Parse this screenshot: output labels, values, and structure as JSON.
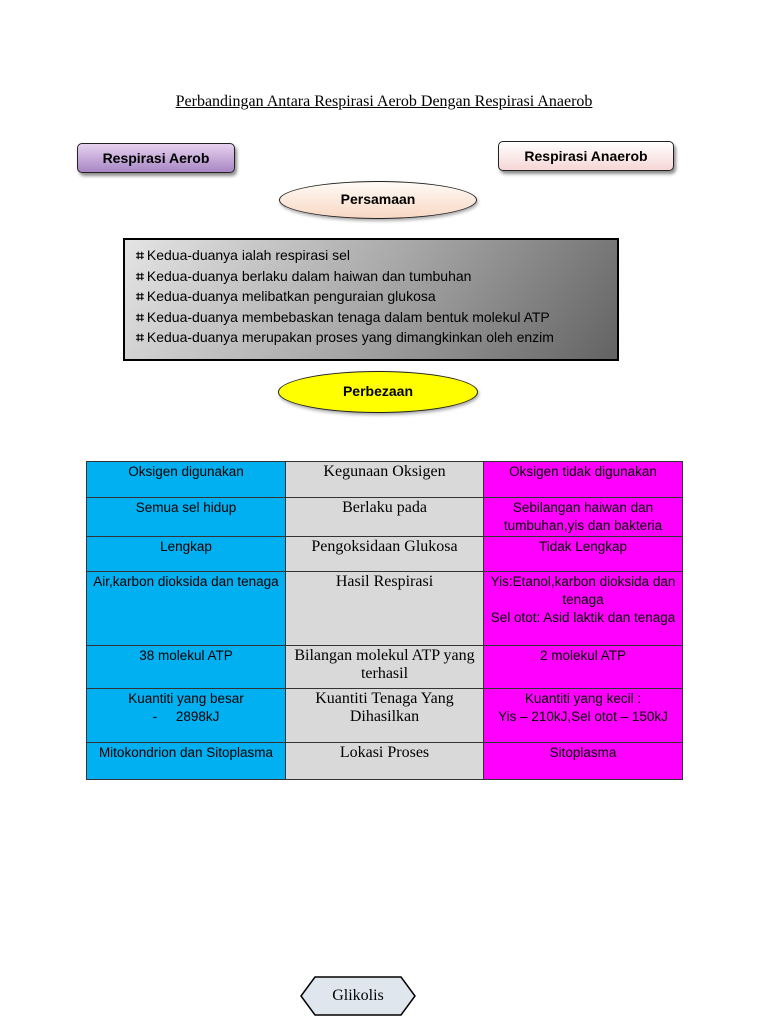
{
  "title": "Perbandingan Antara Respirasi Aerob Dengan Respirasi Anaerob",
  "labels": {
    "aerob": "Respirasi Aerob",
    "anaerob": "Respirasi Anaerob",
    "persamaan": "Persamaan",
    "perbezaan": "Perbezaan"
  },
  "bullet_glyph": "⌗",
  "persamaan_items": [
    "Kedua-duanya ialah respirasi sel",
    "Kedua-duanya berlaku dalam haiwan dan tumbuhan",
    "Kedua-duanya melibatkan penguraian glukosa",
    "Kedua-duanya membebaskan tenaga dalam bentuk molekul ATP",
    "Kedua-duanya merupakan proses yang dimangkinkan oleh enzim"
  ],
  "table_rows": [
    {
      "aerob": [
        "Oksigen digunakan"
      ],
      "aspect": [
        "Kegunaan Oksigen"
      ],
      "anaerob": [
        "Oksigen tidak digunakan"
      ]
    },
    {
      "aerob": [
        "Semua sel hidup"
      ],
      "aspect": [
        "Berlaku pada"
      ],
      "anaerob": [
        "Sebilangan haiwan dan tumbuhan,yis dan bakteria"
      ]
    },
    {
      "aerob": [
        "Lengkap"
      ],
      "aspect": [
        "Pengoksidaan Glukosa"
      ],
      "anaerob": [
        "Tidak Lengkap"
      ]
    },
    {
      "aerob": [
        "Air,karbon dioksida dan tenaga"
      ],
      "aspect": [
        "Hasil Respirasi"
      ],
      "anaerob": [
        "Yis:Etanol,karbon dioksida dan tenaga",
        "Sel otot: Asid laktik dan tenaga"
      ]
    },
    {
      "aerob": [
        "38 molekul ATP"
      ],
      "aspect": [
        "Bilangan molekul ATP yang terhasil"
      ],
      "anaerob": [
        "2 molekul ATP"
      ]
    },
    {
      "aerob": [
        "Kuantiti yang besar",
        "-     2898kJ"
      ],
      "aspect": [
        "Kuantiti Tenaga Yang Dihasilkan"
      ],
      "anaerob": [
        "Kuantiti yang kecil :",
        "Yis – 210kJ,Sel otot – 150kJ"
      ]
    },
    {
      "aerob": [
        "Mitokondrion dan Sitoplasma"
      ],
      "aspect": [
        "Lokasi Proses"
      ],
      "anaerob": [
        "Sitoplasma"
      ]
    }
  ],
  "footer_label": "Glikolis",
  "colors": {
    "aerob_column": "#00b0f0",
    "aspect_column": "#d9d9d9",
    "anaerob_column": "#ff00ff",
    "perbezaan_fill": "#ffff00"
  }
}
